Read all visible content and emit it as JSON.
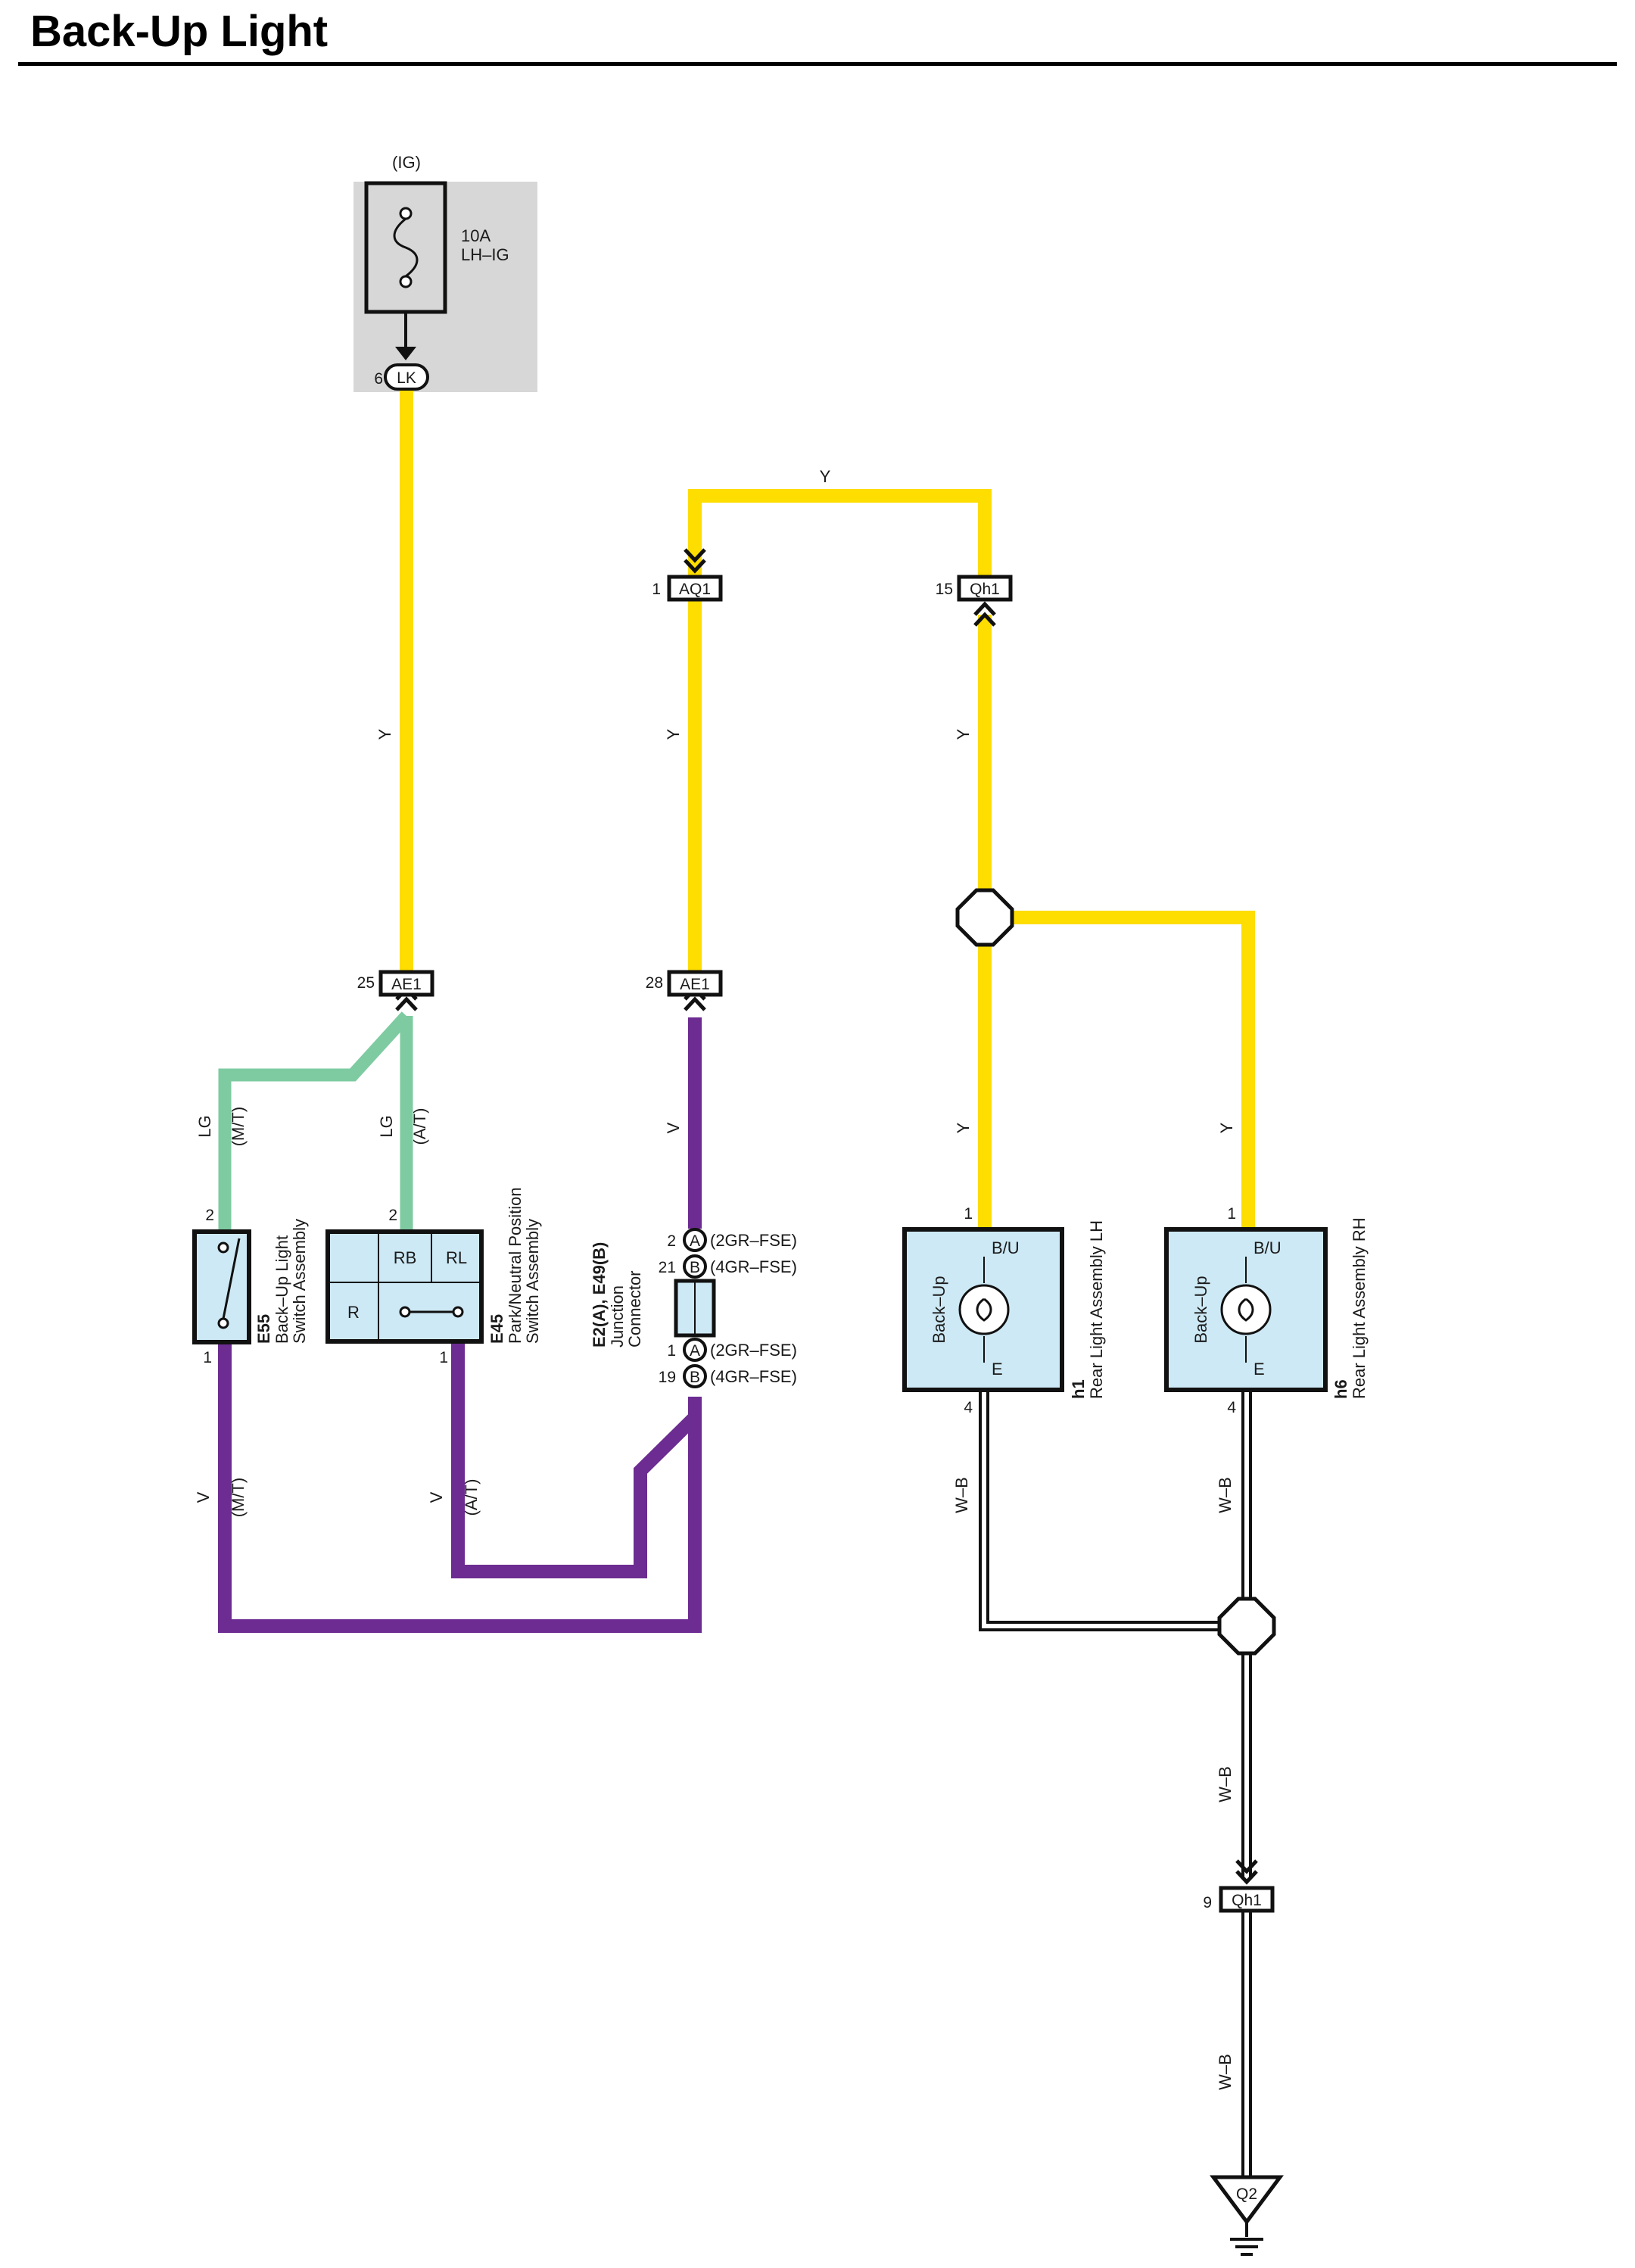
{
  "title": "Back-Up Light",
  "colors": {
    "yellow": "#fedd00",
    "light_green": "#7ecba1",
    "violet": "#6c2c91",
    "component_fill": "#cde9f5",
    "fuse_box_fill": "#d7d7d8"
  },
  "fuse": {
    "supply": "(IG)",
    "rating": "10A",
    "name": "LH–IG",
    "pin": "6",
    "connector": "LK"
  },
  "wires": {
    "y": "Y",
    "lg": "LG",
    "v": "V",
    "wb": "W–B",
    "mt": "(M/T)",
    "at": "(A/T)"
  },
  "connectors": {
    "ae1_left": {
      "pin": "25",
      "id": "AE1"
    },
    "ae1_right": {
      "pin": "28",
      "id": "AE1"
    },
    "aq1": {
      "pin": "1",
      "id": "AQ1"
    },
    "qh1_top": {
      "pin": "15",
      "id": "Qh1"
    },
    "qh1_bottom": {
      "pin": "9",
      "id": "Qh1"
    }
  },
  "components": {
    "e55": {
      "code": "E55",
      "name_line1": "Back–Up Light",
      "name_line2": "Switch Assembly",
      "pin_top": "2",
      "pin_bottom": "1"
    },
    "e45": {
      "code": "E45",
      "name_line1": "Park/Neutral Position",
      "name_line2": "Switch Assembly",
      "pin_top": "2",
      "pin_bottom": "1",
      "term_rb": "RB",
      "term_rl": "RL",
      "term_r": "R"
    },
    "junction": {
      "code": "E2(A), E49(B)",
      "name_line1": "Junction",
      "name_line2": "Connector",
      "pins": [
        {
          "pin": "2",
          "letter": "A",
          "variant": "(2GR–FSE)"
        },
        {
          "pin": "21",
          "letter": "B",
          "variant": "(4GR–FSE)"
        },
        {
          "pin": "1",
          "letter": "A",
          "variant": "(2GR–FSE)"
        },
        {
          "pin": "19",
          "letter": "B",
          "variant": "(4GR–FSE)"
        }
      ]
    },
    "h1": {
      "code": "h1",
      "name": "Rear Light Assembly LH",
      "bulb": "Back–Up",
      "term_bu": "B/U",
      "term_e": "E",
      "pin_top": "1",
      "pin_bottom": "4"
    },
    "h6": {
      "code": "h6",
      "name": "Rear Light Assembly RH",
      "bulb": "Back–Up",
      "term_bu": "B/U",
      "term_e": "E",
      "pin_top": "1",
      "pin_bottom": "4"
    }
  },
  "ground": {
    "id": "Q2"
  }
}
